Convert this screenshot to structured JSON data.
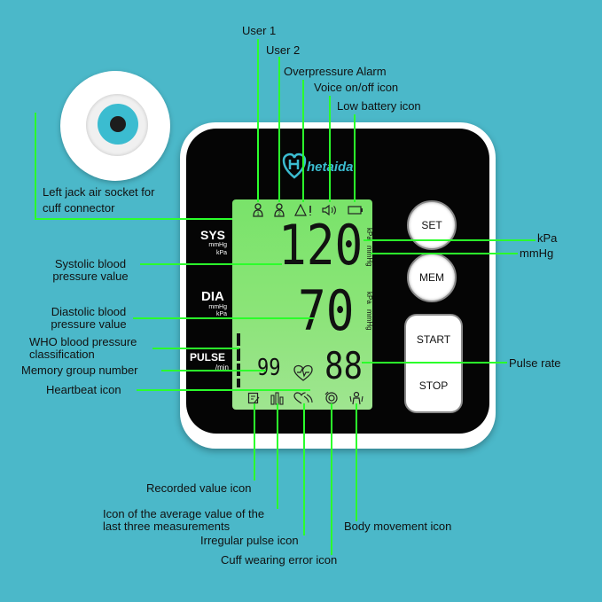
{
  "labels": {
    "user1": "User 1",
    "user2": "User 2",
    "overpressure": "Overpressure Alarm",
    "voice": "Voice on/off icon",
    "battery": "Low battery icon",
    "jack_line1": "Left jack air socket for",
    "jack_line2": "cuff connector",
    "systolic_line1": "Systolic blood",
    "systolic_line2": "pressure value",
    "diastolic_line1": "Diastolic blood",
    "diastolic_line2": "pressure value",
    "who_line1": "WHO blood pressure",
    "who_line2": "classification",
    "memory_group": "Memory group number",
    "heartbeat": "Heartbeat icon",
    "kpa": "kPa",
    "mmhg": "mmHg",
    "pulse_rate": "Pulse rate",
    "recorded": "Recorded value icon",
    "average_line1": "Icon of the average value of the",
    "average_line2": "last three measurements",
    "irregular": "Irregular pulse icon",
    "cuff_error": "Cuff wearing error icon",
    "body_movement": "Body movement icon"
  },
  "device": {
    "brand": "hetaida",
    "sys_label": "SYS",
    "sys_unit1": "mmHg",
    "sys_unit2": "kPa",
    "dia_label": "DIA",
    "dia_unit1": "mmHg",
    "dia_unit2": "kPa",
    "pulse_label": "PULSE",
    "pulse_unit": "/min",
    "display_sys": "120",
    "display_dia": "70",
    "display_pulse": "88",
    "display_memory": "99",
    "lcd_unit_kpa": "kPa",
    "lcd_unit_mmhg": "mmHg",
    "buttons": {
      "set": "SET",
      "mem": "MEM",
      "start": "START",
      "stop": "STOP"
    }
  },
  "colors": {
    "background": "#4bb8c9",
    "pointer_line": "#2bff2b",
    "lcd": "#86e474",
    "brand": "#3bbcd0"
  },
  "icons": [
    "user-1-icon",
    "user-2-icon",
    "overpressure-alarm-icon",
    "voice-icon",
    "low-battery-icon",
    "heartbeat-icon",
    "recorded-value-icon",
    "average-value-icon",
    "irregular-pulse-icon",
    "cuff-error-icon",
    "body-movement-icon"
  ]
}
